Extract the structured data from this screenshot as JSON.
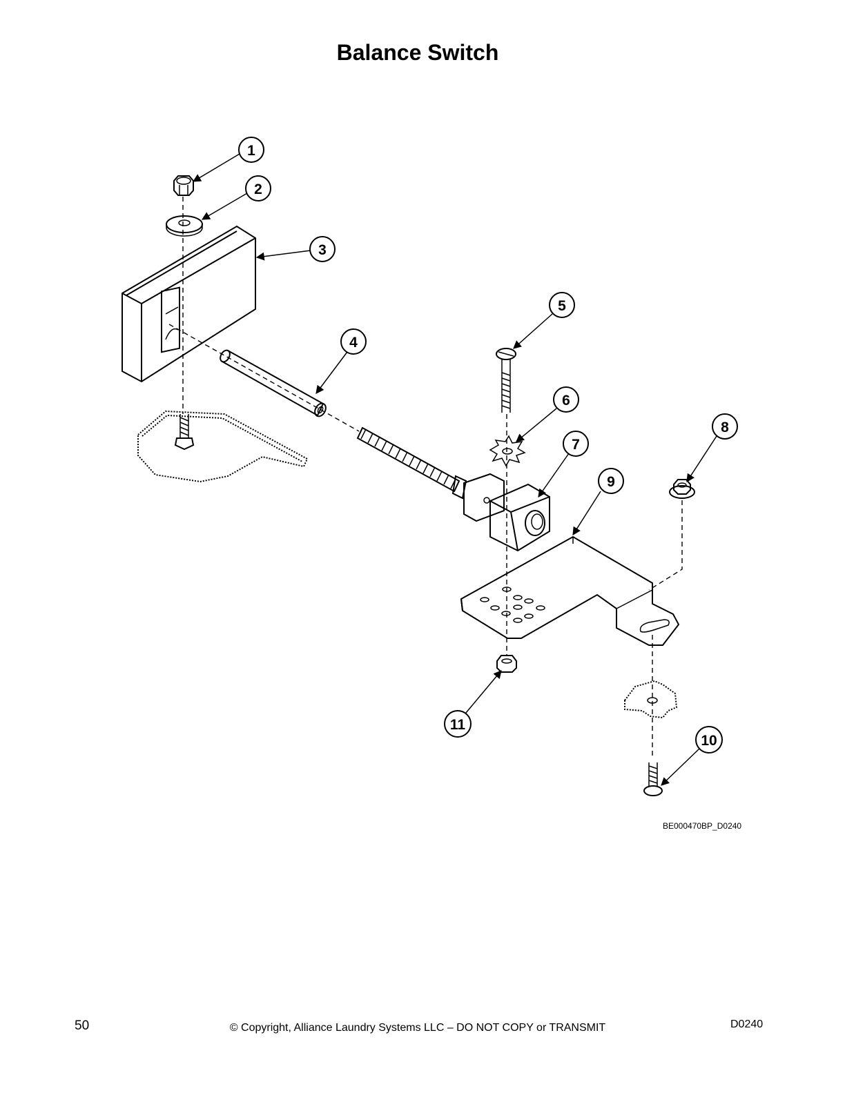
{
  "page": {
    "title": "Balance Switch",
    "figure_id": "BE000470BP_D0240",
    "page_number": "50",
    "copyright": "© Copyright, Alliance Laundry Systems LLC – DO NOT COPY or TRANSMIT",
    "doc_code": "D0240"
  },
  "callouts": [
    "1",
    "2",
    "3",
    "4",
    "5",
    "6",
    "7",
    "8",
    "9",
    "10",
    "11"
  ]
}
